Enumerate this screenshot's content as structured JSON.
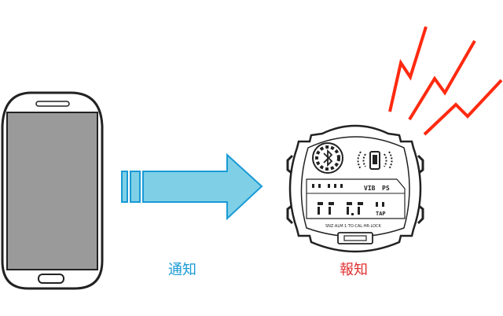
{
  "labels": {
    "notify": "通知",
    "alert": "報知"
  },
  "watch_display": {
    "vib": "VIB",
    "ps": "PS",
    "tap": "TAP",
    "bezel_text": "SNZ·ALM·1·TO·CAL·HR·LOCK"
  },
  "colors": {
    "notify": "#1a9ad6",
    "alert": "#e03030",
    "arrow_fill": "#7fd0e6",
    "arrow_stroke": "#1a9ad6",
    "zigzag": "#ff2a10",
    "phone_screen": "#9a9a9a",
    "phone_body": "#ffffff",
    "outline": "#222222"
  },
  "icons": [
    "bluetooth-icon",
    "phone-vibrate-icon"
  ]
}
